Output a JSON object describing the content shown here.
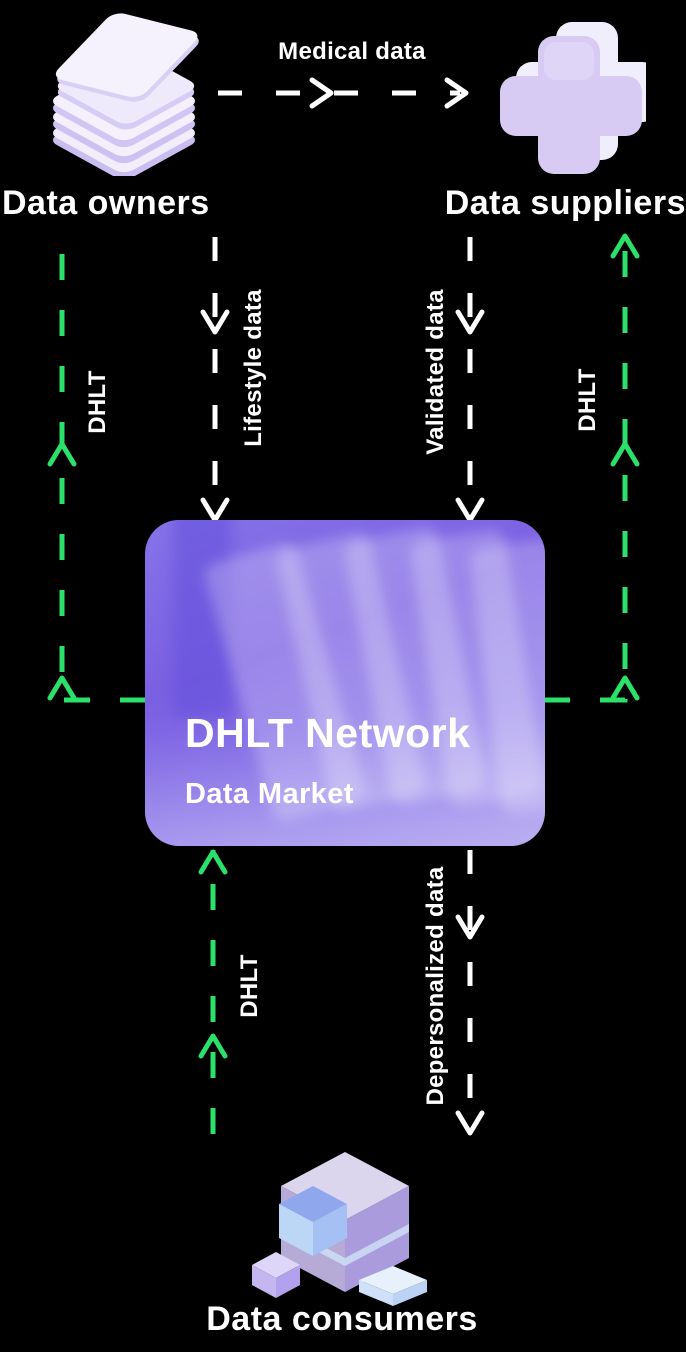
{
  "diagram": {
    "nodes": {
      "data_owners": "Data owners",
      "data_suppliers": "Data suppliers",
      "data_consumers": "Data consumers"
    },
    "network_box": {
      "title": "DHLT Network",
      "subtitle": "Data Market"
    },
    "flows": {
      "medical": "Medical data",
      "lifestyle": "Lifestyle data",
      "validated": "Validated data",
      "depersonalized": "Depersonalized data",
      "dhlt_left": "DHLT",
      "dhlt_right": "DHLT",
      "dhlt_bottom": "DHLT"
    },
    "colors": {
      "background": "#000000",
      "accent_green": "#2be169",
      "arrow_white": "#ffffff",
      "box_purple": "#7d64e3",
      "icon_lavender": "#d7ccf5"
    }
  }
}
